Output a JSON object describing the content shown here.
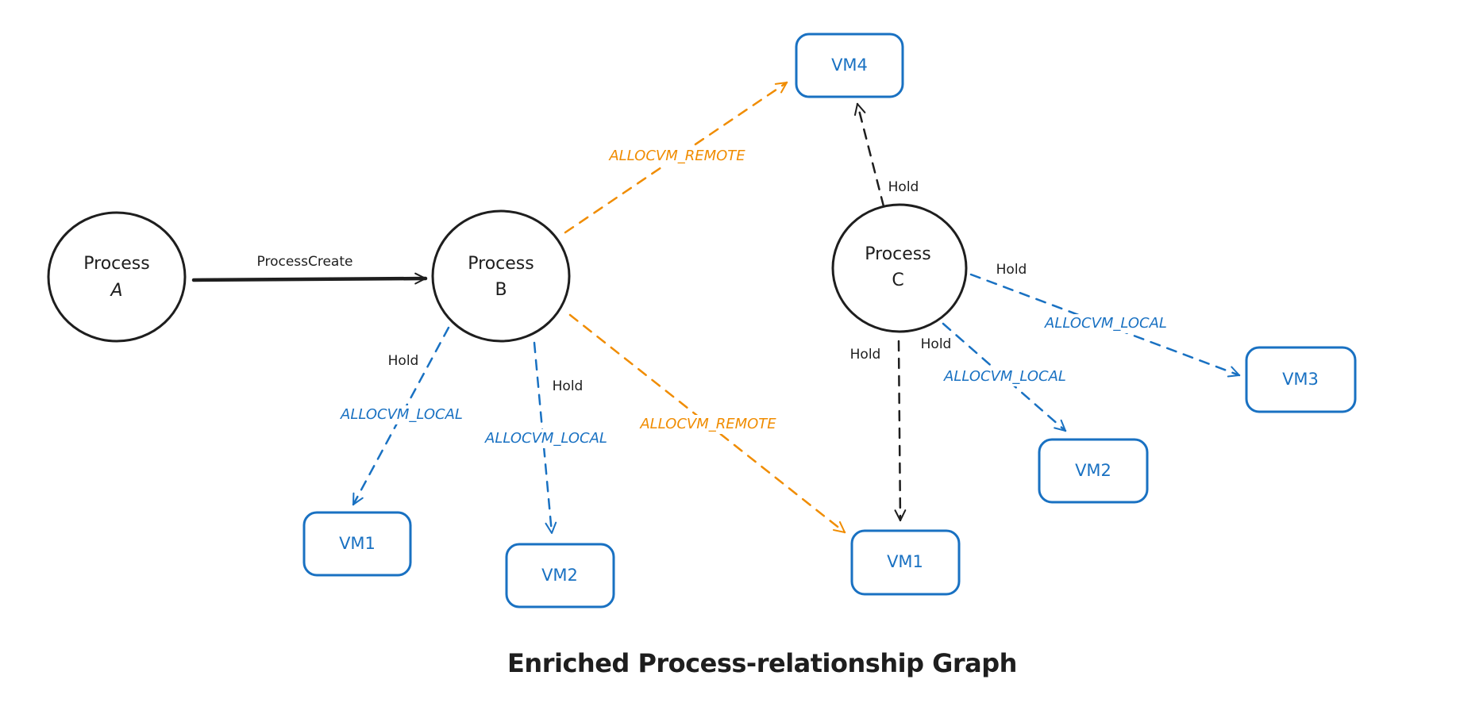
{
  "title": "Enriched Process-relationship Graph",
  "colors": {
    "ink": "#1e1e1e",
    "local": "#1971c2",
    "remote": "#f08c00",
    "background": "#ffffff"
  },
  "processes": [
    {
      "id": "A",
      "line1": "Process",
      "line2": "A"
    },
    {
      "id": "B",
      "line1": "Process",
      "line2": "B"
    },
    {
      "id": "C",
      "line1": "Process",
      "line2": "C"
    }
  ],
  "vms": [
    {
      "id": "vmB1",
      "label": "VM1"
    },
    {
      "id": "vmB2",
      "label": "VM2"
    },
    {
      "id": "vmC1",
      "label": "VM1"
    },
    {
      "id": "vmC2",
      "label": "VM2"
    },
    {
      "id": "vmC3",
      "label": "VM3"
    },
    {
      "id": "vmC4",
      "label": "VM4"
    }
  ],
  "edges": [
    {
      "id": "e_create",
      "from": "Process A",
      "to": "Process B",
      "style": "solid",
      "color": "#1e1e1e",
      "labels": [
        "ProcessCreate"
      ]
    },
    {
      "id": "e_b_vm1",
      "from": "Process B",
      "to": "VM1",
      "style": "dashed",
      "color": "#1971c2",
      "labels": [
        "Hold",
        "ALLOCVM_LOCAL"
      ]
    },
    {
      "id": "e_b_vm2",
      "from": "Process B",
      "to": "VM2",
      "style": "dashed",
      "color": "#1971c2",
      "labels": [
        "Hold",
        "ALLOCVM_LOCAL"
      ]
    },
    {
      "id": "e_b_vm4",
      "from": "Process B",
      "to": "VM4",
      "style": "dashed",
      "color": "#f08c00",
      "labels": [
        "ALLOCVM_REMOTE"
      ]
    },
    {
      "id": "e_b_cvm1",
      "from": "Process B",
      "to": "VM1",
      "style": "dashed",
      "color": "#f08c00",
      "labels": [
        "ALLOCVM_REMOTE"
      ]
    },
    {
      "id": "e_c_vm4",
      "from": "Process C",
      "to": "VM4",
      "style": "dashed",
      "color": "#1e1e1e",
      "labels": [
        "Hold"
      ]
    },
    {
      "id": "e_c_vm1",
      "from": "Process C",
      "to": "VM1",
      "style": "dashed",
      "color": "#1e1e1e",
      "labels": [
        "Hold"
      ]
    },
    {
      "id": "e_c_vm2",
      "from": "Process C",
      "to": "VM2",
      "style": "dashed",
      "color": "#1971c2",
      "labels": [
        "Hold",
        "ALLOCVM_LOCAL"
      ]
    },
    {
      "id": "e_c_vm3",
      "from": "Process C",
      "to": "VM3",
      "style": "dashed",
      "color": "#1971c2",
      "labels": [
        "Hold",
        "ALLOCVM_LOCAL"
      ]
    }
  ],
  "labels": {
    "process_create": "ProcessCreate",
    "hold": "Hold",
    "alloc_local": "ALLOCVM_LOCAL",
    "alloc_remote": "ALLOCVM_REMOTE"
  }
}
